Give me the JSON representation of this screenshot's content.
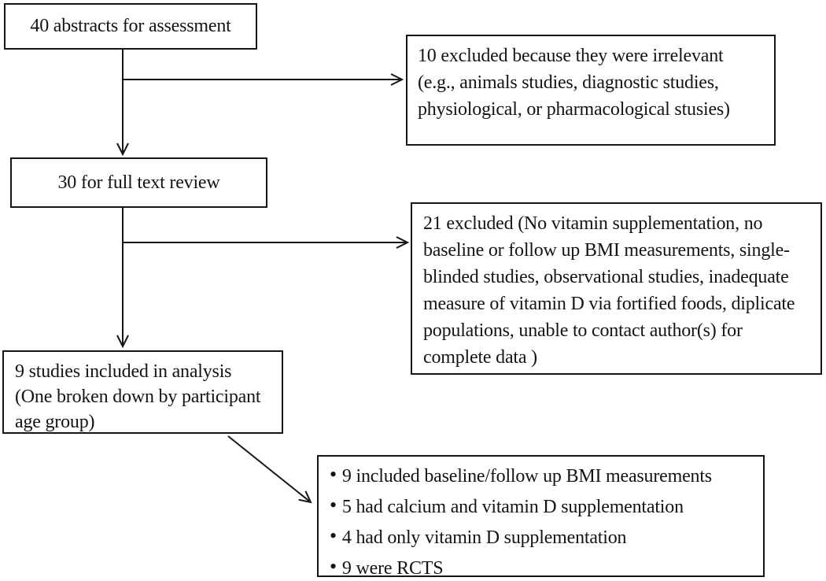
{
  "colors": {
    "background": "#ffffff",
    "border": "#161616",
    "text": "#141414"
  },
  "boxes": {
    "abstracts": {
      "text": "40 abstracts for assessment"
    },
    "excluded_irrelevant": {
      "lines": [
        "10 excluded because they were irrelevant",
        "(e.g., animals studies, diagnostic studies,",
        "physiological, or pharmacological stusies)"
      ]
    },
    "fulltext": {
      "text": "30 for full text review"
    },
    "excluded_fulltext": {
      "lines": [
        "21 excluded (No vitamin supplementation, no",
        "baseline or follow up BMI measurements, single-",
        "blinded studies, observational studies, inadequate",
        "measure of vitamin D via fortified foods, diplicate",
        "populations, unable to contact author(s) for",
        "complete data )"
      ]
    },
    "included": {
      "lines": [
        "9 studies included in analysis",
        "(One broken down by participant",
        "age group)"
      ]
    },
    "summary": {
      "bullet_glyph": "•",
      "bullets": [
        "9 included baseline/follow up BMI measurements",
        "5 had calcium and vitamin D supplementation",
        "4 had only vitamin D supplementation",
        "9 were RCTS"
      ]
    }
  },
  "arrows": [
    {
      "from": "abstracts",
      "to": "fulltext"
    },
    {
      "from": "abstracts",
      "to": "excluded_irrelevant"
    },
    {
      "from": "fulltext",
      "to": "included"
    },
    {
      "from": "fulltext",
      "to": "excluded_fulltext"
    },
    {
      "from": "included",
      "to": "summary"
    }
  ]
}
